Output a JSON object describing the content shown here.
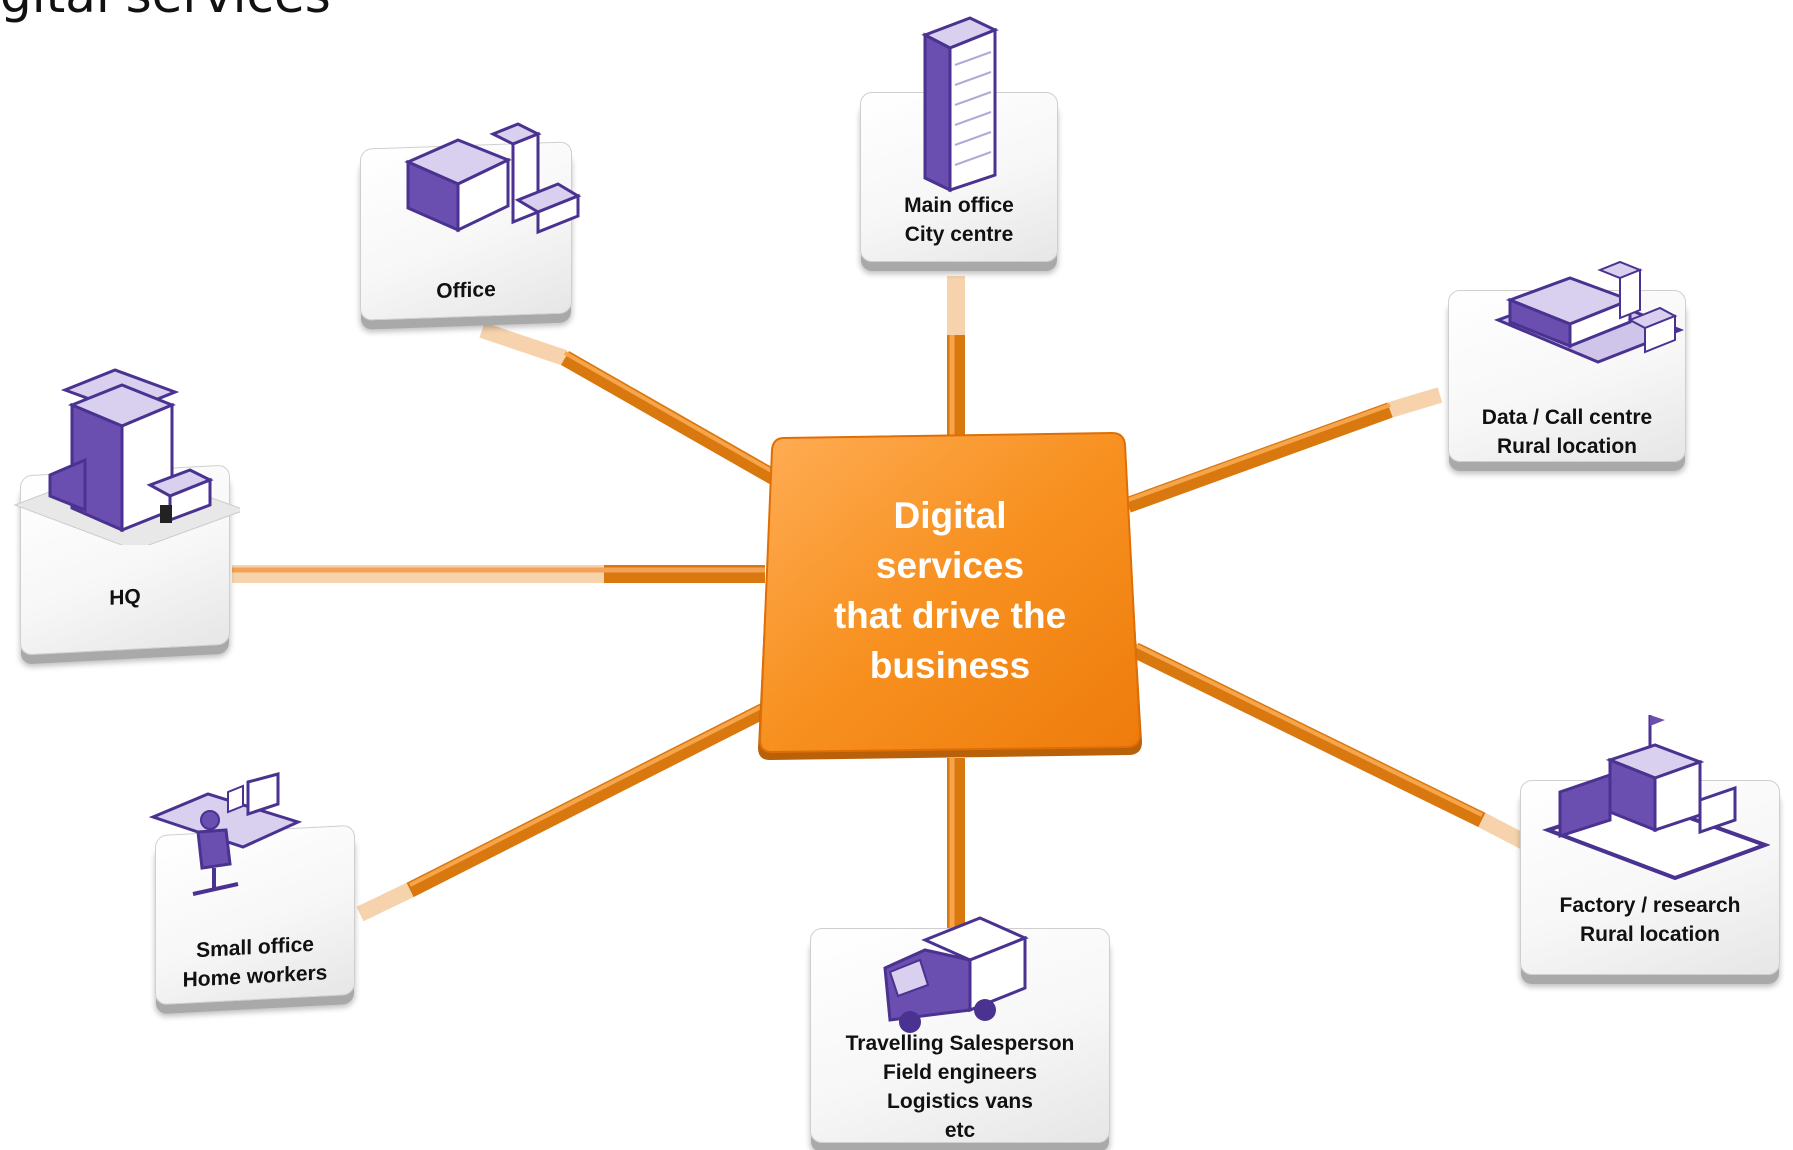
{
  "hub": {
    "lines": [
      "Digital",
      "services",
      "that drive the",
      "business"
    ]
  },
  "nodes": {
    "main_office": {
      "lines": [
        "Main office",
        "City centre"
      ]
    },
    "office": {
      "lines": [
        "Office"
      ]
    },
    "data_centre": {
      "lines": [
        "Data / Call centre",
        "Rural  location"
      ]
    },
    "hq": {
      "lines": [
        "HQ"
      ]
    },
    "factory": {
      "lines": [
        "Factory / research",
        "Rural location"
      ]
    },
    "small_office": {
      "lines": [
        "Small office",
        "Home workers"
      ]
    },
    "mobile": {
      "lines": [
        "Travelling Salesperson",
        "Field engineers",
        "Logistics vans",
        "etc"
      ]
    }
  },
  "icons": {
    "main_office": "skyscraper-icon",
    "office": "office-building-icon",
    "data_centre": "data-centre-icon",
    "hq": "hq-tower-icon",
    "factory": "factory-icon",
    "small_office": "home-worker-desk-icon",
    "mobile": "delivery-van-icon"
  },
  "colors": {
    "hub_orange": "#f58a1f",
    "connector_orange": "#e07a12",
    "icon_purple": "#5b3f9e",
    "icon_light": "#d9d0ef"
  }
}
